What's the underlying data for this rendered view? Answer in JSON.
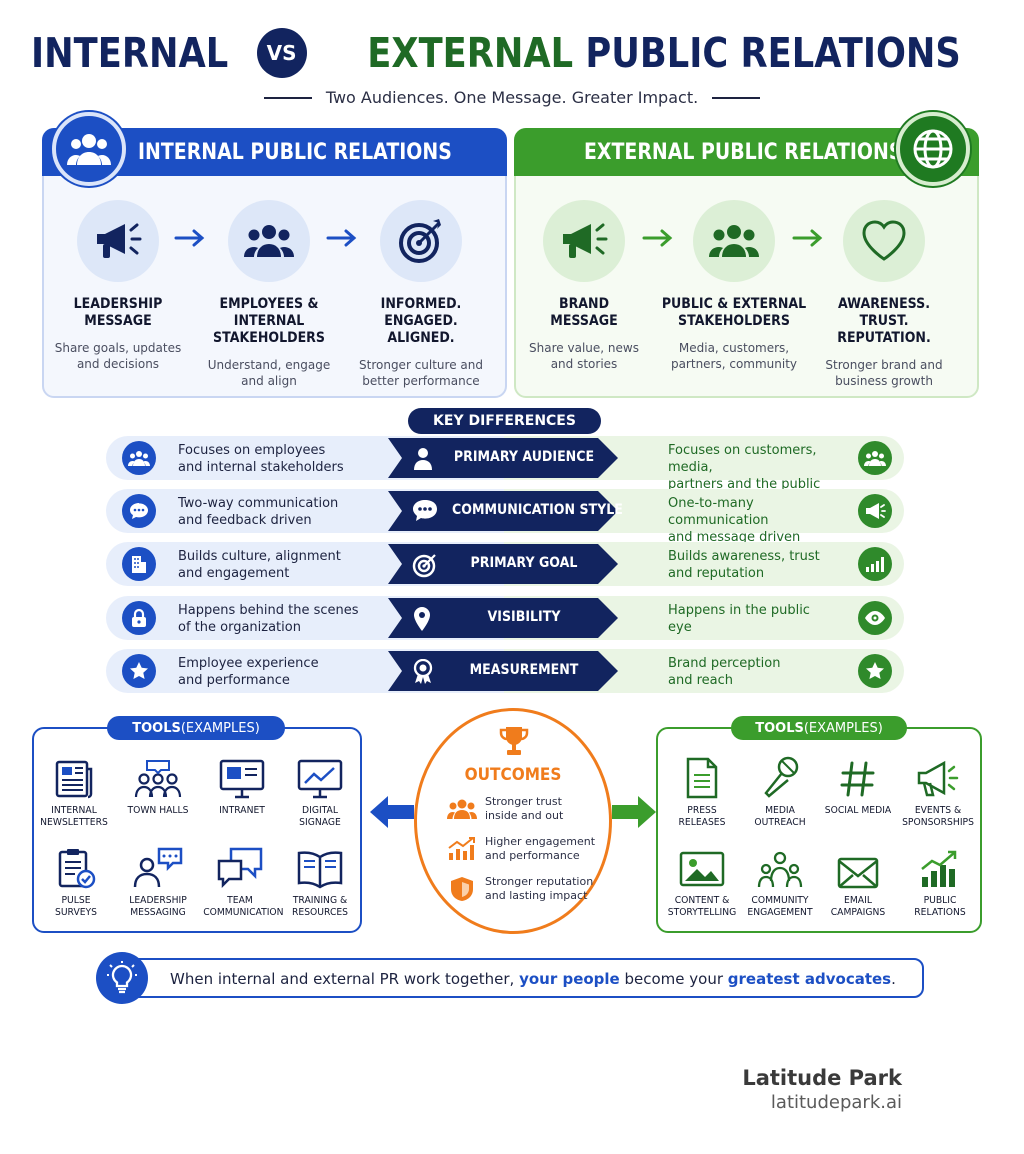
{
  "title": {
    "left": "INTERNAL",
    "vs": "VS",
    "right_green": "EXTERNAL",
    "right_navy": "PUBLIC RELATIONS",
    "subtitle": "Two Audiences. One Message. Greater Impact."
  },
  "internal_panel": {
    "heading": "INTERNAL PUBLIC RELATIONS",
    "icon": "people-group-icon",
    "steps": [
      {
        "icon": "megaphone-icon",
        "name": "LEADERSHIP\nMESSAGE",
        "desc": "Share goals, updates\nand decisions"
      },
      {
        "icon": "people-icon",
        "name": "EMPLOYEES &\nINTERNAL STAKEHOLDERS",
        "desc": "Understand, engage\nand align"
      },
      {
        "icon": "target-icon",
        "name": "INFORMED.\nENGAGED.\nALIGNED.",
        "desc": "Stronger culture and\nbetter performance"
      }
    ]
  },
  "external_panel": {
    "heading": "EXTERNAL PUBLIC RELATIONS",
    "icon": "globe-icon",
    "steps": [
      {
        "icon": "megaphone-icon",
        "name": "BRAND\nMESSAGE",
        "desc": "Share value, news\nand stories"
      },
      {
        "icon": "people-icon",
        "name": "PUBLIC & EXTERNAL\nSTAKEHOLDERS",
        "desc": "Media, customers,\npartners, community"
      },
      {
        "icon": "heart-icon",
        "name": "AWARENESS.\nTRUST.\nREPUTATION.",
        "desc": "Stronger brand and\nbusiness growth"
      }
    ]
  },
  "key_differences": {
    "title": "KEY DIFFERENCES",
    "rows": [
      {
        "label": "PRIMARY AUDIENCE",
        "internal": "Focuses on employees\nand internal stakeholders",
        "external": "Focuses on customers, media,\npartners and the public"
      },
      {
        "label": "COMMUNICATION STYLE",
        "internal": "Two-way communication\nand feedback driven",
        "external": "One-to-many communication\nand message driven"
      },
      {
        "label": "PRIMARY GOAL",
        "internal": "Builds culture, alignment\nand engagement",
        "external": "Builds awareness, trust\nand reputation"
      },
      {
        "label": "VISIBILITY",
        "internal": "Happens behind the scenes\nof the organization",
        "external": "Happens in the public\neye"
      },
      {
        "label": "MEASUREMENT",
        "internal": "Employee experience\nand performance",
        "external": "Brand perception\nand reach"
      }
    ]
  },
  "internal_tools": {
    "tag_bold": "TOOLS",
    "tag_rest": " (EXAMPLES)",
    "items": [
      {
        "icon": "newsletter-icon",
        "label": "INTERNAL\nNEWSLETTERS"
      },
      {
        "icon": "town-hall-icon",
        "label": "TOWN HALLS"
      },
      {
        "icon": "intranet-icon",
        "label": "INTRANET"
      },
      {
        "icon": "digital-signage-icon",
        "label": "DIGITAL\nSIGNAGE"
      },
      {
        "icon": "survey-icon",
        "label": "PULSE\nSURVEYS"
      },
      {
        "icon": "leadership-messaging-icon",
        "label": "LEADERSHIP\nMESSAGING"
      },
      {
        "icon": "chat-icon",
        "label": "TEAM\nCOMMUNICATION"
      },
      {
        "icon": "book-icon",
        "label": "TRAINING &\nRESOURCES"
      }
    ]
  },
  "external_tools": {
    "tag_bold": "TOOLS",
    "tag_rest": " (EXAMPLES)",
    "items": [
      {
        "icon": "press-release-icon",
        "label": "PRESS\nRELEASES"
      },
      {
        "icon": "microphone-icon",
        "label": "MEDIA\nOUTREACH"
      },
      {
        "icon": "hashtag-icon",
        "label": "SOCIAL MEDIA"
      },
      {
        "icon": "megaphone-icon",
        "label": "EVENTS &\nSPONSORSHIPS"
      },
      {
        "icon": "image-icon",
        "label": "CONTENT &\nSTORYTELLING"
      },
      {
        "icon": "community-icon",
        "label": "COMMUNITY\nENGAGEMENT"
      },
      {
        "icon": "envelope-icon",
        "label": "EMAIL\nCAMPAIGNS"
      },
      {
        "icon": "bar-growth-icon",
        "label": "PUBLIC\nRELATIONS"
      }
    ]
  },
  "outcomes": {
    "heading": "OUTCOMES",
    "items": [
      {
        "icon": "people-icon",
        "text": "Stronger trust\ninside and out"
      },
      {
        "icon": "growth-chart-icon",
        "text": "Higher engagement\nand performance"
      },
      {
        "icon": "shield-icon",
        "text": "Stronger reputation\nand lasting impact"
      }
    ]
  },
  "banner": {
    "pre": "When internal and external PR work together, ",
    "hl1": "your people",
    "mid": " become your ",
    "hl2": "greatest advocates",
    "post": "."
  },
  "brand": {
    "name": "Latitude Park",
    "url": "latitudepark.ai"
  },
  "colors": {
    "navy": "#12245f",
    "internal_blue": "#1c4fc4",
    "external_green": "#3b9d2c",
    "outcome_orange": "#f07c1c"
  }
}
